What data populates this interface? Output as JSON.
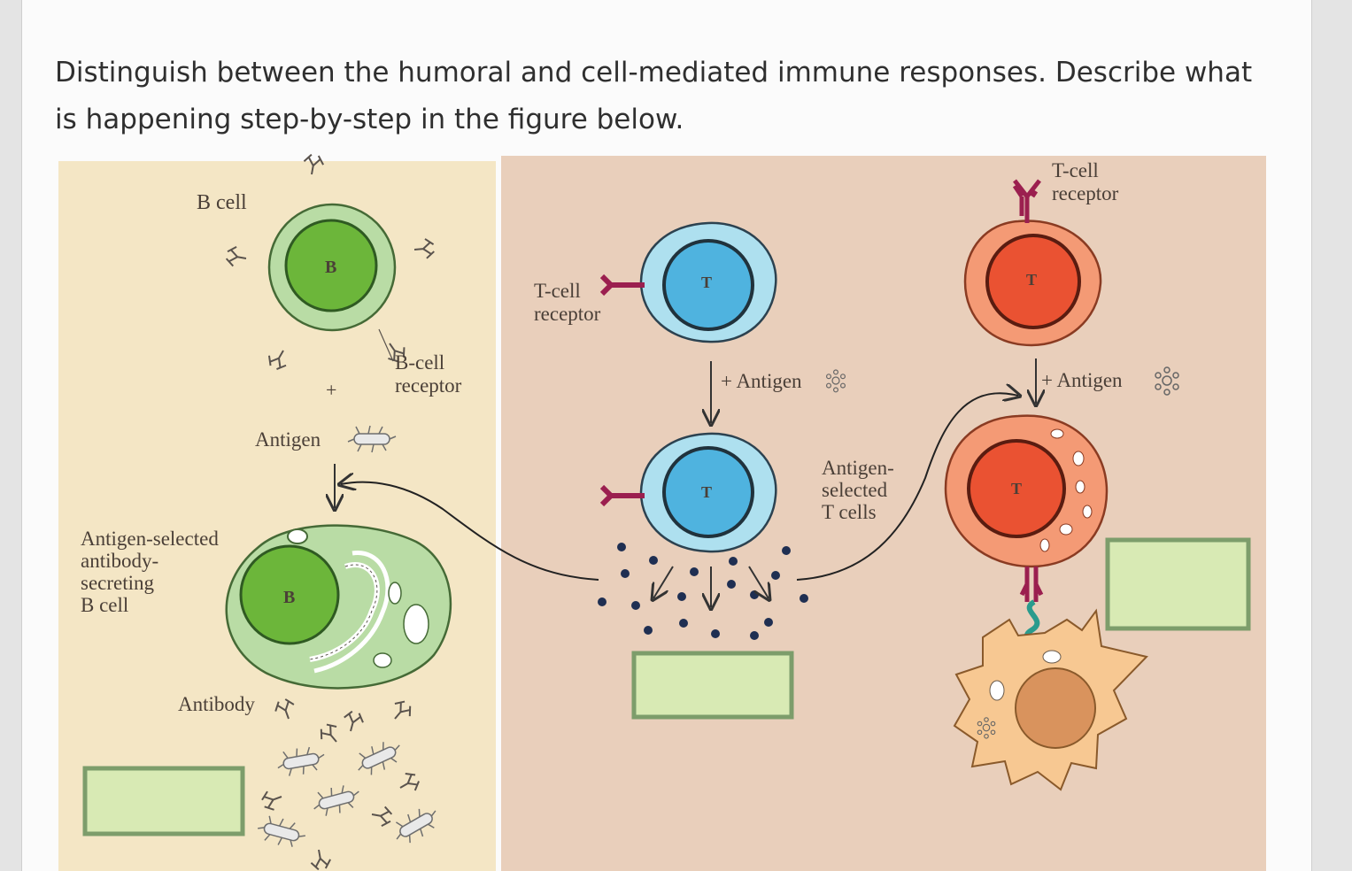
{
  "question": {
    "text": "Distinguish between the humoral and cell-mediated immune responses. Describe what is happening step-by-step in the figure below."
  },
  "figure": {
    "humoral": {
      "b_cell_label": "B cell",
      "b_nucleus_label": "B",
      "b_cell_receptor_label": [
        "B-cell",
        "receptor"
      ],
      "plus_sign": "+",
      "antigen_label": "Antigen",
      "selected_b_cell_label": [
        "Antigen-selected",
        "antibody-",
        "secreting",
        "B cell"
      ],
      "antibody_label": "Antibody"
    },
    "cell_mediated": {
      "t_nucleus_label": "T",
      "t_cell_receptor_label": [
        "T-cell",
        "receptor"
      ],
      "plus_antigen_label": "+ Antigen",
      "selected_t_cells_label": [
        "Antigen-",
        "selected",
        "T cells"
      ]
    },
    "answer_boxes": 3
  },
  "colors": {
    "humoral_panel": "#f4e6c5",
    "cell_mediated_panel": "#e9cfbb",
    "b_cell_cytoplasm": "#b9dca5",
    "b_cell_nucleus": "#6cb63a",
    "helper_t_cytoplasm": "#aee0ef",
    "helper_t_nucleus": "#4fb3df",
    "cytotoxic_t_cytoplasm": "#f49a75",
    "cytotoxic_t_nucleus": "#ea5232",
    "receptor": "#9b1f4f",
    "answer_box_fill": "#d8eab4",
    "answer_box_border": "#7d9d6b",
    "target_cell": "#f7c892"
  }
}
